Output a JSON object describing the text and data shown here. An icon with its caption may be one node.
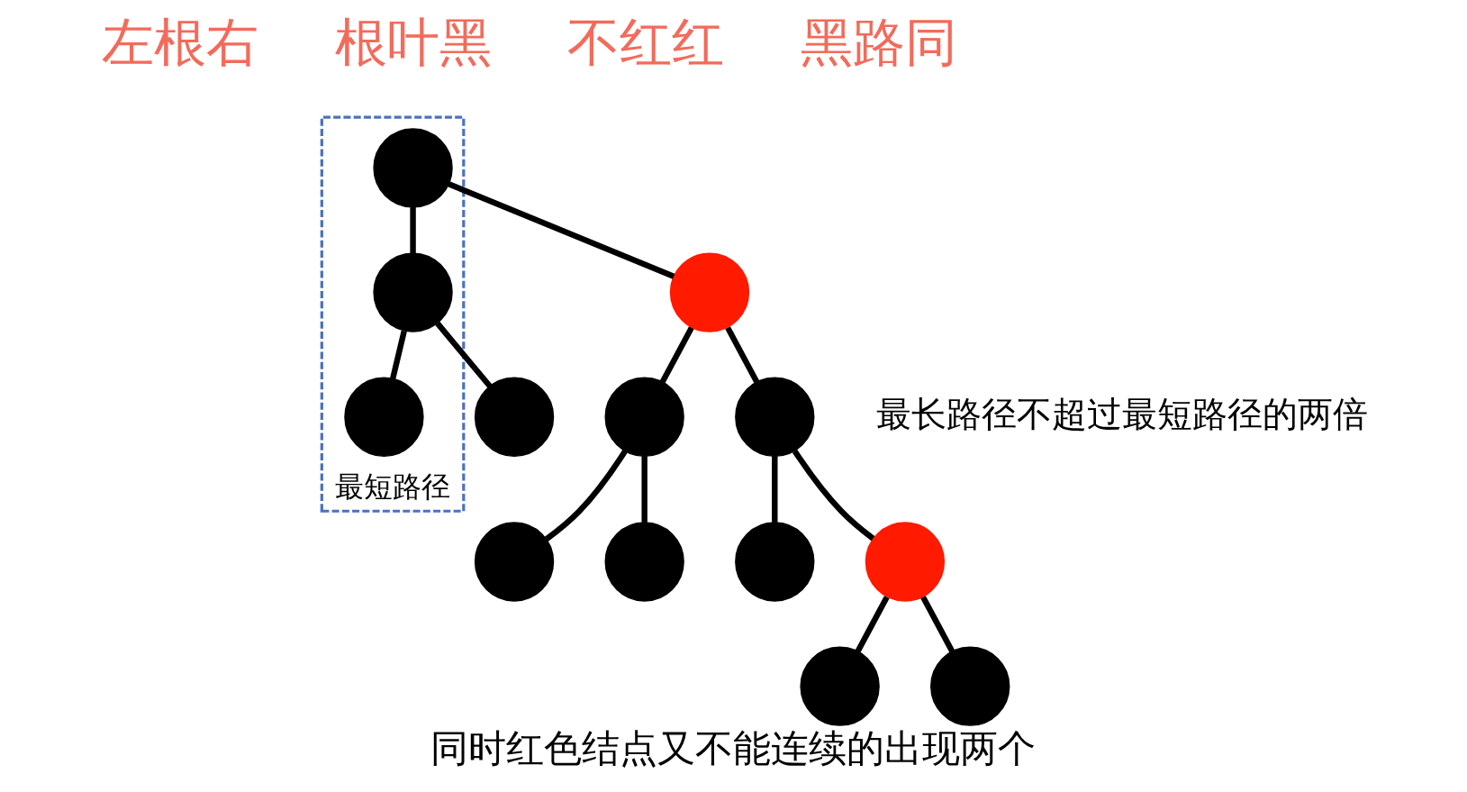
{
  "diagram": {
    "caption": "同时红色结点又不能连续的出现两个",
    "nodes": [
      {
        "text": [
          "最短路径"
        ]
      },
      {
        "text": [],
        "shape": "circle",
        "in": 0
      },
      {
        "text": [],
        "shape": "circle",
        "in": 0
      },
      {
        "text": [],
        "shape": "circle"
      },
      {
        "text": [],
        "shape": "circle",
        "in": 0
      },
      {
        "text": [],
        "shape": "circle"
      },
      {
        "text": [],
        "shape": "circle"
      },
      {
        "text": [],
        "shape": "circle"
      },
      {
        "text": [],
        "shape": "circle"
      },
      {
        "text": [],
        "shape": "circle"
      },
      {
        "text": [],
        "shape": "circle"
      },
      {
        "text": [],
        "shape": "circle"
      },
      {
        "text": [],
        "shape": "circle"
      },
      {
        "text": [],
        "shape": "circle"
      }
    ],
    "edges": [
      {
        "from": 1,
        "to": 2,
        "arrow": "none"
      },
      {
        "from": 1,
        "to": 3,
        "arrow": "none"
      },
      {
        "from": 2,
        "to": 4,
        "arrow": "none"
      },
      {
        "from": 2,
        "to": 5,
        "arrow": "none"
      },
      {
        "from": 3,
        "to": 6,
        "arrow": "none"
      },
      {
        "from": 3,
        "to": 7,
        "arrow": "none"
      },
      {
        "from": 6,
        "to": 8,
        "arrow": "none"
      },
      {
        "from": 6,
        "to": 9,
        "arrow": "none"
      },
      {
        "from": 7,
        "to": 10,
        "arrow": "none"
      },
      {
        "from": 7,
        "to": 11,
        "arrow": "none"
      },
      {
        "from": 11,
        "to": 12,
        "arrow": "none"
      },
      {
        "from": 11,
        "to": 13,
        "arrow": "none"
      }
    ],
    "labels": [
      "左根右",
      "根叶黑",
      "不红红",
      "黑路同",
      "最长路径不超过最短路径的两倍"
    ]
  }
}
